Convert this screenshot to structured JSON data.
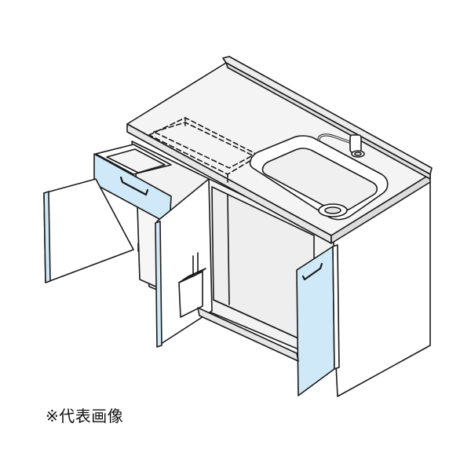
{
  "caption": "※代表画像",
  "colors": {
    "door_blue": "#cfe9f8",
    "panel_white": "#ffffff",
    "panel_gray": "#eeeeee",
    "countertop": "#f4f4f4",
    "outline": "#1a1a1a"
  },
  "parts": [
    "countertop",
    "backsplash",
    "sink-bowl",
    "faucet",
    "drain",
    "cooktop-outline",
    "drawer",
    "drawer-handle",
    "left-door",
    "middle-door",
    "knife-holder",
    "right-door",
    "right-door-handle",
    "cabinet-body",
    "shelf"
  ]
}
